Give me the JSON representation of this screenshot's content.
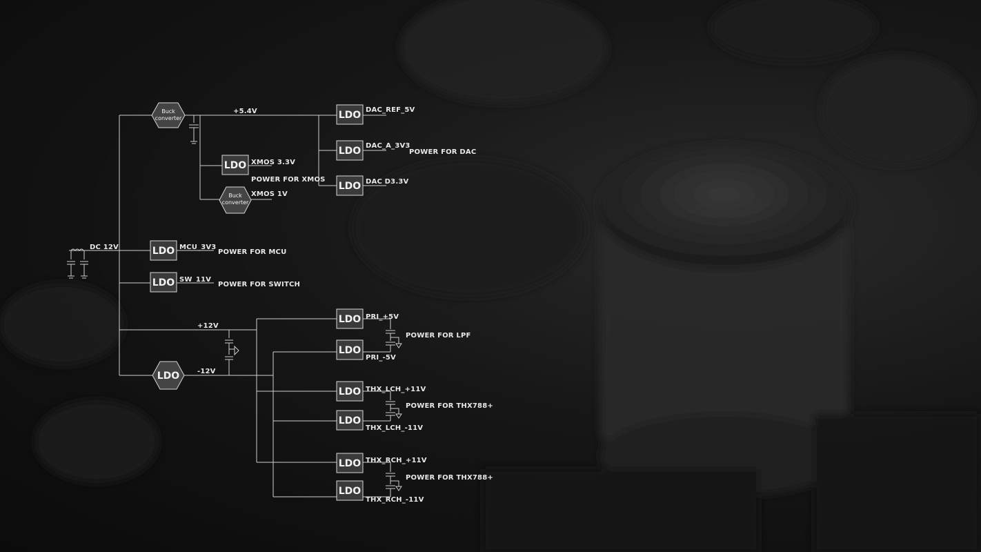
{
  "nodes": {
    "buck_top": [
      "Buck",
      "converter"
    ],
    "buck_mid": [
      "Buck",
      "converter"
    ],
    "ldo": "LDO"
  },
  "labels": {
    "plus_5v4": "+5.4V",
    "dac_ref": "DAC_REF_5V",
    "dac_a": "DAC_A_3V3",
    "power_dac": "POWER FOR DAC",
    "dac_d": "DAC D3.3V",
    "xmos_33": "XMOS 3.3V",
    "power_xmos": "POWER FOR XMOS",
    "xmos_1v": "XMOS 1V",
    "dc12": "DC 12V",
    "mcu": "MCU_3V3",
    "power_mcu": "POWER FOR MCU",
    "sw": "SW_11V",
    "power_switch": "POWER FOR SWITCH",
    "plus12": "+12V",
    "minus12": "-12V",
    "pri_p5": "PRI_+5V",
    "power_lpf": "POWER FOR LPF",
    "pri_m5": "PRI_-5V",
    "thx_lch_p": "THX_LCH_+11V",
    "power_thx1": "POWER FOR THX788+",
    "thx_lch_m": "THX_LCH_-11V",
    "thx_rch_p": "THX_RCH_+11V",
    "power_thx2": "POWER FOR THX788+",
    "thx_rch_m": "THX_RCH_-11V"
  },
  "colors": {
    "wire": "#cfcfcf",
    "box": "#3a3a3a",
    "text": "#e8e8e8"
  }
}
